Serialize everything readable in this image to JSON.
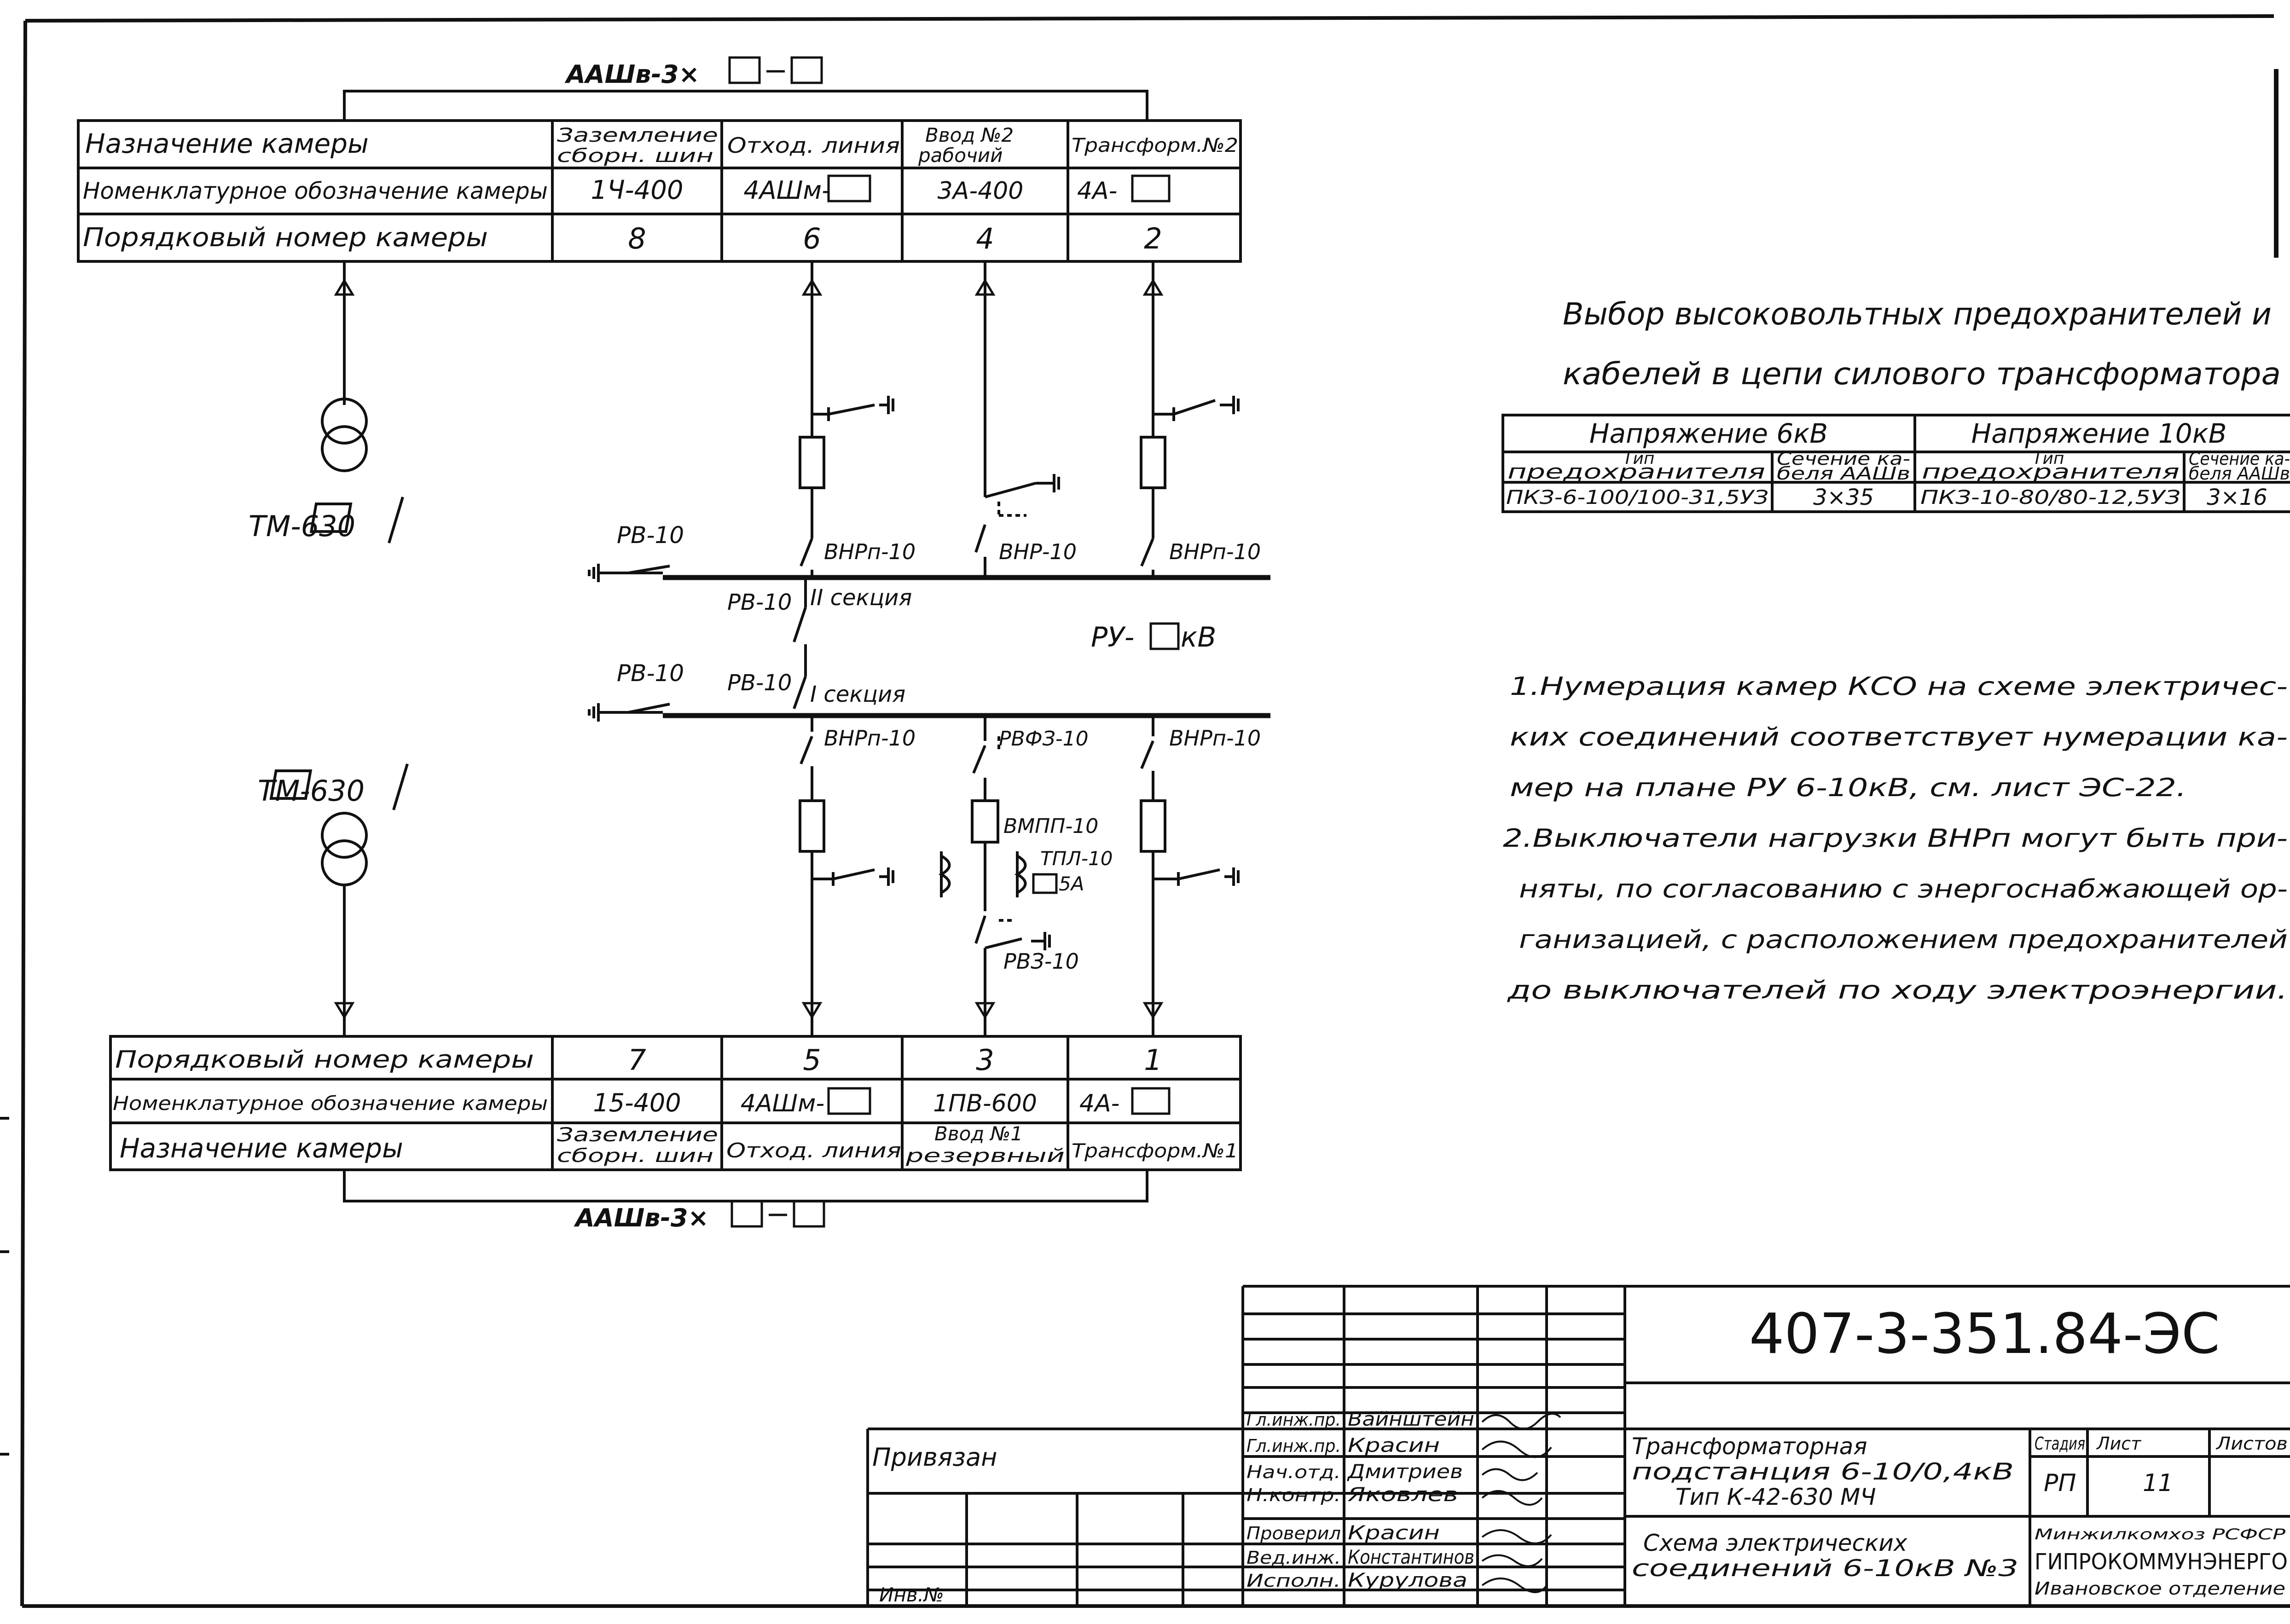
{
  "cable_top": "ААШв-3×",
  "cable_bottom": "ААШв-3×",
  "top_table": {
    "row_labels": [
      "Назначение камеры",
      "Номенклатурное обозначение камеры",
      "Порядковый номер камеры"
    ],
    "columns": [
      {
        "purpose_l1": "Заземление",
        "purpose_l2": "сборн. шин",
        "code": "1Ч-400",
        "number": "8"
      },
      {
        "purpose_l1": "Отход. линия",
        "purpose_l2": "",
        "code": "4АШм-",
        "number": "6"
      },
      {
        "purpose_l1": "Ввод №2",
        "purpose_l2": "рабочий",
        "code": "3А-400",
        "number": "4"
      },
      {
        "purpose_l1": "Трансформ.№2",
        "purpose_l2": "",
        "code": "4А-",
        "number": "2"
      }
    ]
  },
  "bottom_table": {
    "row_labels": [
      "Порядковый номер камеры",
      "Номенклатурное обозначение камеры",
      "Назначение камеры"
    ],
    "columns": [
      {
        "number": "7",
        "code": "15-400",
        "purpose_l1": "Заземление",
        "purpose_l2": "сборн. шин"
      },
      {
        "number": "5",
        "code": "4АШм-",
        "purpose_l1": "Отход. линия",
        "purpose_l2": ""
      },
      {
        "number": "3",
        "code": "1ПВ-600",
        "purpose_l1": "Ввод №1",
        "purpose_l2": "резервный"
      },
      {
        "number": "1",
        "code": "4А-",
        "purpose_l1": "Трансформ.№1",
        "purpose_l2": ""
      }
    ]
  },
  "schematic": {
    "transformer_top": "ТМ-630",
    "transformer_bottom": "ТМ-630",
    "rv_top_left": "РВ-10",
    "rv_bottom_left": "РВ-10",
    "rv_tie_upper": "РВ-10",
    "rv_tie_lower": "РВ-10",
    "section_2": "II секция",
    "section_1": "I секция",
    "ru_label": "РУ-",
    "ru_unit": "кВ",
    "vnr_6": "ВНРп-10",
    "vnr_4": "ВНР-10",
    "vnr_2": "ВНРп-10",
    "vnr_5": "ВНРп-10",
    "vnr_1": "ВНРп-10",
    "rvfz": "РВФЗ-10",
    "vmp": "ВМПП-10",
    "tpl_1": "ТПЛ-10",
    "tpl_2": "5А",
    "rvz": "РВЗ-10"
  },
  "fuse_title_l1": "Выбор высоковольтных предохранителей и",
  "fuse_title_l2": "кабелей в цепи силового трансформатора",
  "fuse_table": {
    "group_6kv": "Напряжение 6кВ",
    "group_10kv": "Напряжение 10кВ",
    "type_hdr_l1": "Тип",
    "type_hdr_l2": "предохранителя",
    "section_hdr_l1": "Сечение ка-",
    "section_hdr_l2": "беля ААШв",
    "fuse_6kv": "ПКЗ-6-100/100-31,5УЗ",
    "cable_6kv": "3×35",
    "fuse_10kv": "ПКЗ-10-80/80-12,5УЗ",
    "cable_10kv": "3×16"
  },
  "notes": [
    "1.Нумерация камер КСО на схеме электричес-",
    "ких соединений соответствует нумерации ка-",
    "мер на плане РУ 6-10кВ, см. лист ЭС-22.",
    "2.Выключатели нагрузки ВНРп могут быть при-",
    "няты, по согласованию с энергоснабжающей ор-",
    "ганизацией, с расположением предохранителей",
    "до выключателей по ходу электроэнергии."
  ],
  "title_block": {
    "doc_code": "407-3-351.84-ЭС",
    "privyazan": "Привязан",
    "inv": "Инв.№",
    "roles": [
      "Гл.инж.пр.",
      "Гл.инж.пр.",
      "Нач.отд.",
      "Н.контр.",
      "Проверил",
      "Вед.инж.",
      "Исполн."
    ],
    "names": [
      "Вайнштейн",
      "Красин",
      "Дмитриев",
      "Яковлев",
      "Красин",
      "Константинов",
      "Курулова"
    ],
    "object_l1": "Трансформаторная",
    "object_l2": "подстанция 6-10/0,4кВ",
    "object_l3": "Тип К-42-630 МЧ",
    "sheet_l1": "Схема электрических",
    "sheet_l2": "соединений 6-10кВ №3",
    "stage_hdr": "Стадия",
    "list_hdr": "Лист",
    "lists_hdr": "Листов",
    "stage": "РП",
    "list": "11",
    "org_l1": "Минжилкомхоз РСФСР",
    "org_l2": "ГИПРОКОММУНЭНЕРГО",
    "org_l3": "Ивановское отделение"
  }
}
